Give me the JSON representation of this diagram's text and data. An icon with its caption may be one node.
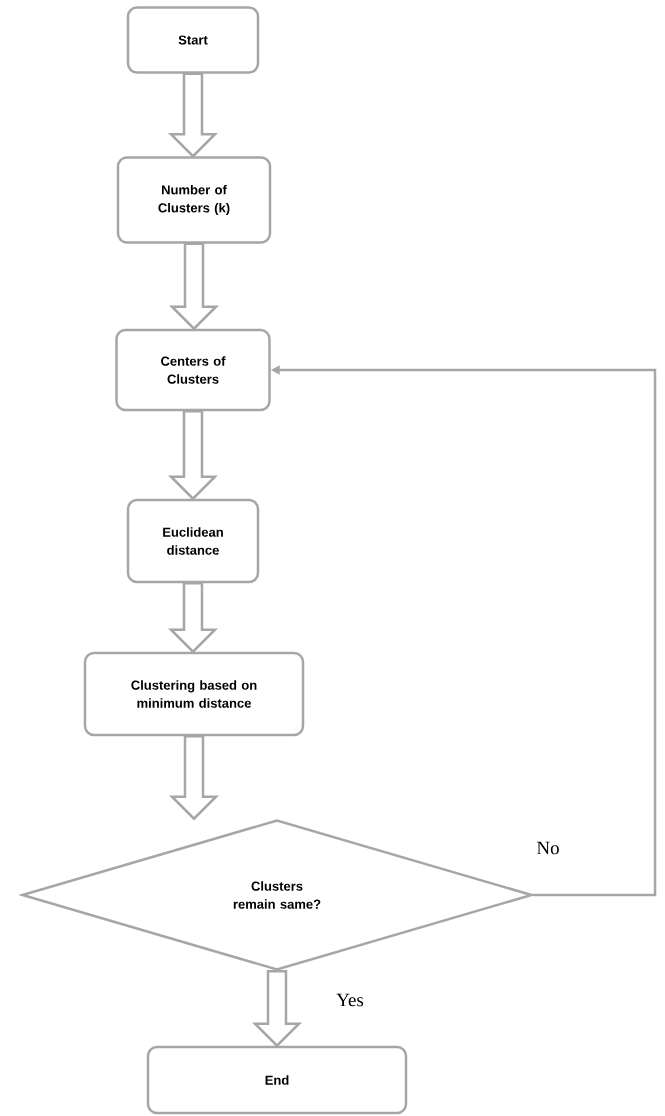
{
  "diagram": {
    "nodes": [
      {
        "text": [
          "Start"
        ]
      },
      {
        "text": [
          "Number of Clusters (k)"
        ]
      },
      {
        "text": [
          "Centers of Clusters"
        ]
      },
      {
        "text": [
          "Euclidean distance"
        ]
      },
      {
        "text": [
          "Clustering based on minimum distance"
        ]
      },
      {
        "text": [
          "Clusters remain same?"
        ]
      },
      {
        "text": [
          "End"
        ]
      }
    ],
    "edges": [
      {
        "from": 0,
        "to": 1,
        "arrow": "to",
        "style": "thick"
      },
      {
        "from": 1,
        "to": 2,
        "arrow": "to",
        "style": "thick"
      },
      {
        "from": 2,
        "to": 3,
        "arrow": "to",
        "style": "thick"
      },
      {
        "from": 3,
        "to": 4,
        "arrow": "to",
        "style": "thick"
      },
      {
        "from": 4,
        "to": 5,
        "arrow": "to",
        "style": "thick"
      },
      {
        "from": 5,
        "to": 6,
        "arrow": "to",
        "style": "thick",
        "label": "Yes"
      },
      {
        "from": 5,
        "to": 2,
        "arrow": "to",
        "label": "No"
      }
    ]
  }
}
